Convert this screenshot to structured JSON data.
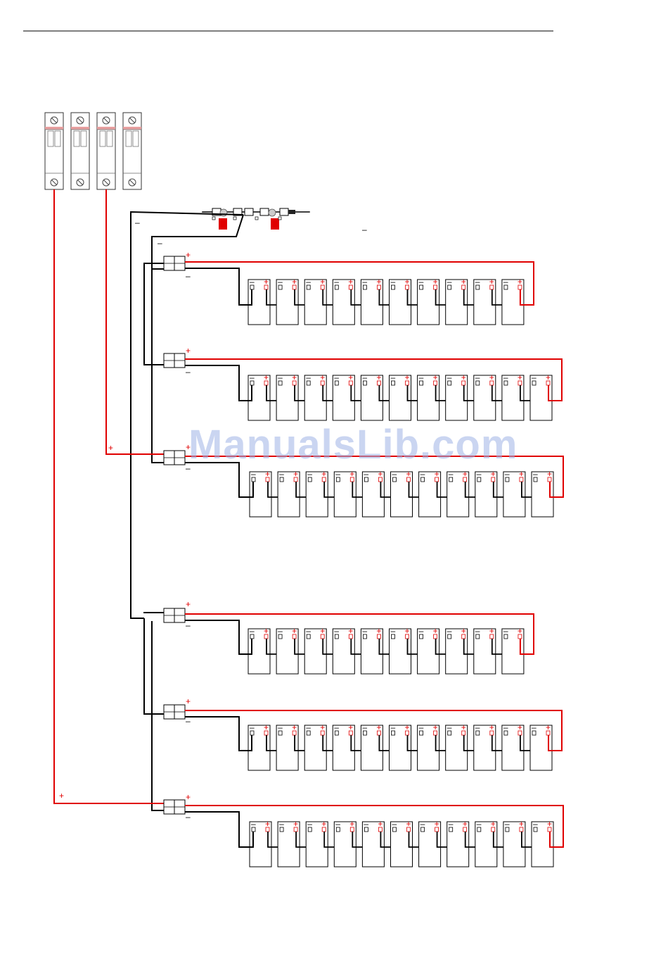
{
  "labels": {
    "plus": "+",
    "minus": "–"
  },
  "watermark": "ManualsLib.com",
  "colors": {
    "positive": "#e00000",
    "negative": "#000000",
    "battery_outline": "#000000",
    "breaker_band": "#e8a0a0",
    "terminal_red": "#e00000"
  },
  "breakers": [
    {
      "name": "breaker-1"
    },
    {
      "name": "breaker-2"
    },
    {
      "name": "breaker-3"
    },
    {
      "name": "breaker-4"
    }
  ],
  "strings": [
    {
      "name": "battery-string-1",
      "battery_count": 10
    },
    {
      "name": "battery-string-2",
      "battery_count": 11
    },
    {
      "name": "battery-string-3",
      "battery_count": 11
    },
    {
      "name": "battery-string-4",
      "battery_count": 10
    },
    {
      "name": "battery-string-5",
      "battery_count": 11
    },
    {
      "name": "battery-string-6",
      "battery_count": 11
    }
  ]
}
